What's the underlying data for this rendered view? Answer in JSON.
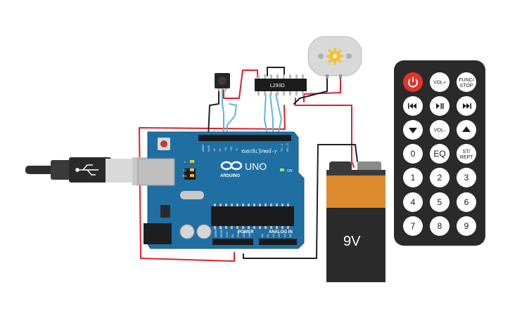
{
  "arduino": {
    "brand": "ARDUINO",
    "model": "UNO",
    "digital_label": "DIGITAL (PWM ~)",
    "power_label": "POWER",
    "analog_label": "ANALOG IN",
    "on_label": "ON",
    "led_labels": {
      "l": "L",
      "tx": "TX",
      "rx": "RX"
    },
    "digital_pins": [
      "AREF",
      "GND",
      "13",
      "12",
      "~11",
      "~10",
      "~9",
      "8",
      "7",
      "~6",
      "~5",
      "4",
      "~3",
      "2",
      "TX→1",
      "RX←0"
    ],
    "power_pins": [
      "IOREF",
      "RESET",
      "3.3V",
      "5V",
      "GND",
      "GND",
      "Vin"
    ],
    "analog_pins": [
      "A0",
      "A1",
      "A2",
      "A3",
      "A4",
      "A5"
    ]
  },
  "driver_chip": {
    "label": "L293D"
  },
  "battery": {
    "label": "9V"
  },
  "colors": {
    "board": "#1f6fa3",
    "wire_red": "#e0202a",
    "wire_black": "#202020",
    "wire_cyan": "#5bb8d6",
    "battery_orange": "#dd8a2d",
    "remote_body": "#2a2a2a",
    "power_button": "#e53227"
  },
  "remote": {
    "rows": [
      [
        {
          "label": "",
          "icon": "power-icon",
          "name": "power"
        },
        {
          "label": "VOL+",
          "icon": "",
          "name": "vol-up"
        },
        {
          "label": "FUNC/\nSTOP",
          "icon": "",
          "name": "func-stop"
        }
      ],
      [
        {
          "label": "",
          "icon": "rewind-icon",
          "name": "rewind"
        },
        {
          "label": "",
          "icon": "play-pause-icon",
          "name": "play-pause"
        },
        {
          "label": "",
          "icon": "fast-forward-icon",
          "name": "fast-forward"
        }
      ],
      [
        {
          "label": "",
          "icon": "down-arrow-icon",
          "name": "down"
        },
        {
          "label": "VOL-",
          "icon": "",
          "name": "vol-down"
        },
        {
          "label": "",
          "icon": "up-arrow-icon",
          "name": "up"
        }
      ],
      [
        {
          "label": "0",
          "icon": "",
          "name": "digit-0"
        },
        {
          "label": "EQ",
          "icon": "",
          "name": "eq"
        },
        {
          "label": "ST/\nREPT",
          "icon": "",
          "name": "st-rept"
        }
      ],
      [
        {
          "label": "1",
          "icon": "",
          "name": "digit-1"
        },
        {
          "label": "2",
          "icon": "",
          "name": "digit-2"
        },
        {
          "label": "3",
          "icon": "",
          "name": "digit-3"
        }
      ],
      [
        {
          "label": "4",
          "icon": "",
          "name": "digit-4"
        },
        {
          "label": "5",
          "icon": "",
          "name": "digit-5"
        },
        {
          "label": "6",
          "icon": "",
          "name": "digit-6"
        }
      ],
      [
        {
          "label": "7",
          "icon": "",
          "name": "digit-7"
        },
        {
          "label": "8",
          "icon": "",
          "name": "digit-8"
        },
        {
          "label": "9",
          "icon": "",
          "name": "digit-9"
        }
      ]
    ]
  }
}
